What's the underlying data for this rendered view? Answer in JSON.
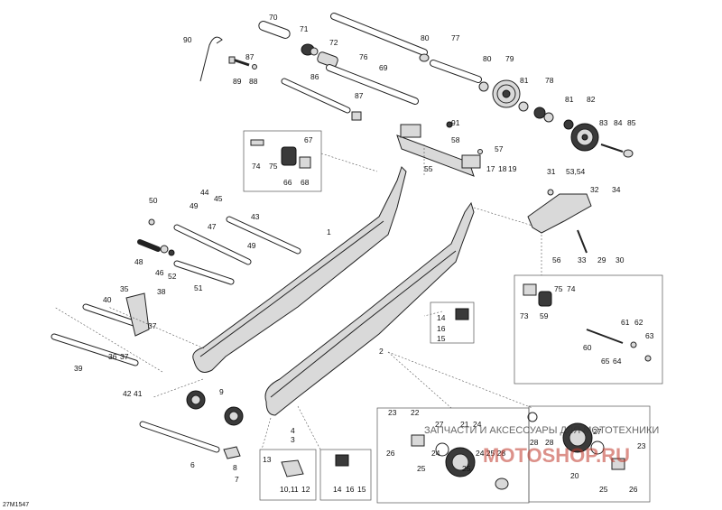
{
  "diagram_code": "27M1547",
  "watermark": {
    "tagline": "ЗАПЧАСТИ И АКСЕССУАРЫ ДЛЯ МОТОТЕХНИКИ",
    "logo": "MOTOSHOP.RU"
  },
  "callouts": [
    {
      "id": "c70",
      "text": "70"
    },
    {
      "id": "c71",
      "text": "71"
    },
    {
      "id": "c72",
      "text": "72"
    },
    {
      "id": "c76",
      "text": "76"
    },
    {
      "id": "c80a",
      "text": "80"
    },
    {
      "id": "c77",
      "text": "77"
    },
    {
      "id": "c90",
      "text": "90"
    },
    {
      "id": "c87a",
      "text": "87"
    },
    {
      "id": "c69",
      "text": "69"
    },
    {
      "id": "c89",
      "text": "89"
    },
    {
      "id": "c88",
      "text": "88"
    },
    {
      "id": "c86",
      "text": "86"
    },
    {
      "id": "c80b",
      "text": "80"
    },
    {
      "id": "c79",
      "text": "79"
    },
    {
      "id": "c78",
      "text": "78"
    },
    {
      "id": "c81a",
      "text": "81"
    },
    {
      "id": "c81b",
      "text": "81"
    },
    {
      "id": "c82",
      "text": "82"
    },
    {
      "id": "c87b",
      "text": "87"
    },
    {
      "id": "c91",
      "text": "91"
    },
    {
      "id": "c83",
      "text": "83"
    },
    {
      "id": "c84",
      "text": "84"
    },
    {
      "id": "c85",
      "text": "85"
    },
    {
      "id": "c58",
      "text": "58"
    },
    {
      "id": "c57",
      "text": "57"
    },
    {
      "id": "c55",
      "text": "55"
    },
    {
      "id": "c67",
      "text": "67"
    },
    {
      "id": "c74a",
      "text": "74"
    },
    {
      "id": "c75a",
      "text": "75"
    },
    {
      "id": "c66",
      "text": "66"
    },
    {
      "id": "c68",
      "text": "68"
    },
    {
      "id": "c17",
      "text": "17"
    },
    {
      "id": "c18",
      "text": "18"
    },
    {
      "id": "c19",
      "text": "19"
    },
    {
      "id": "c31",
      "text": "31"
    },
    {
      "id": "c5354",
      "text": "53,54"
    },
    {
      "id": "c32",
      "text": "32"
    },
    {
      "id": "c34",
      "text": "34"
    },
    {
      "id": "c50",
      "text": "50"
    },
    {
      "id": "c44",
      "text": "44"
    },
    {
      "id": "c45",
      "text": "45"
    },
    {
      "id": "c49a",
      "text": "49"
    },
    {
      "id": "c47",
      "text": "47"
    },
    {
      "id": "c43",
      "text": "43"
    },
    {
      "id": "c1",
      "text": "1"
    },
    {
      "id": "c56",
      "text": "56"
    },
    {
      "id": "c33",
      "text": "33"
    },
    {
      "id": "c29",
      "text": "29"
    },
    {
      "id": "c30",
      "text": "30"
    },
    {
      "id": "c49b",
      "text": "49"
    },
    {
      "id": "c48",
      "text": "48"
    },
    {
      "id": "c46",
      "text": "46"
    },
    {
      "id": "c52",
      "text": "52"
    },
    {
      "id": "c35",
      "text": "35"
    },
    {
      "id": "c38",
      "text": "38"
    },
    {
      "id": "c51",
      "text": "51"
    },
    {
      "id": "c40",
      "text": "40"
    },
    {
      "id": "c37a",
      "text": "37"
    },
    {
      "id": "c73",
      "text": "73"
    },
    {
      "id": "c75b",
      "text": "75"
    },
    {
      "id": "c74b",
      "text": "74"
    },
    {
      "id": "c59",
      "text": "59"
    },
    {
      "id": "c14a",
      "text": "14"
    },
    {
      "id": "c16a",
      "text": "16"
    },
    {
      "id": "c15a",
      "text": "15"
    },
    {
      "id": "c61",
      "text": "61"
    },
    {
      "id": "c62",
      "text": "62"
    },
    {
      "id": "c63",
      "text": "63"
    },
    {
      "id": "c60",
      "text": "60"
    },
    {
      "id": "c65",
      "text": "65"
    },
    {
      "id": "c64",
      "text": "64"
    },
    {
      "id": "c2",
      "text": "2"
    },
    {
      "id": "c39",
      "text": "39"
    },
    {
      "id": "c36",
      "text": "36"
    },
    {
      "id": "c37b",
      "text": "37"
    },
    {
      "id": "c42",
      "text": "42"
    },
    {
      "id": "c41",
      "text": "41"
    },
    {
      "id": "c9",
      "text": "9"
    },
    {
      "id": "c23a",
      "text": "23"
    },
    {
      "id": "c22",
      "text": "22"
    },
    {
      "id": "c27a",
      "text": "27"
    },
    {
      "id": "c21",
      "text": "21"
    },
    {
      "id": "c24a",
      "text": "24"
    },
    {
      "id": "c4",
      "text": "4"
    },
    {
      "id": "c3",
      "text": "3"
    },
    {
      "id": "c26a",
      "text": "26"
    },
    {
      "id": "c24b",
      "text": "24"
    },
    {
      "id": "c25a",
      "text": "25"
    },
    {
      "id": "c25b",
      "text": "25"
    },
    {
      "id": "c28a",
      "text": "28"
    },
    {
      "id": "c2425",
      "text": "24 25 28"
    },
    {
      "id": "c28b",
      "text": "28"
    },
    {
      "id": "c27b",
      "text": "27"
    },
    {
      "id": "c23b",
      "text": "23"
    },
    {
      "id": "c6",
      "text": "6"
    },
    {
      "id": "c13",
      "text": "13"
    },
    {
      "id": "c8",
      "text": "8"
    },
    {
      "id": "c7",
      "text": "7"
    },
    {
      "id": "c1011",
      "text": "10,11"
    },
    {
      "id": "c12",
      "text": "12"
    },
    {
      "id": "c14b",
      "text": "14"
    },
    {
      "id": "c16b",
      "text": "16"
    },
    {
      "id": "c15b",
      "text": "15"
    },
    {
      "id": "c20",
      "text": "20"
    },
    {
      "id": "c25c",
      "text": "25"
    },
    {
      "id": "c26b",
      "text": "26"
    }
  ]
}
